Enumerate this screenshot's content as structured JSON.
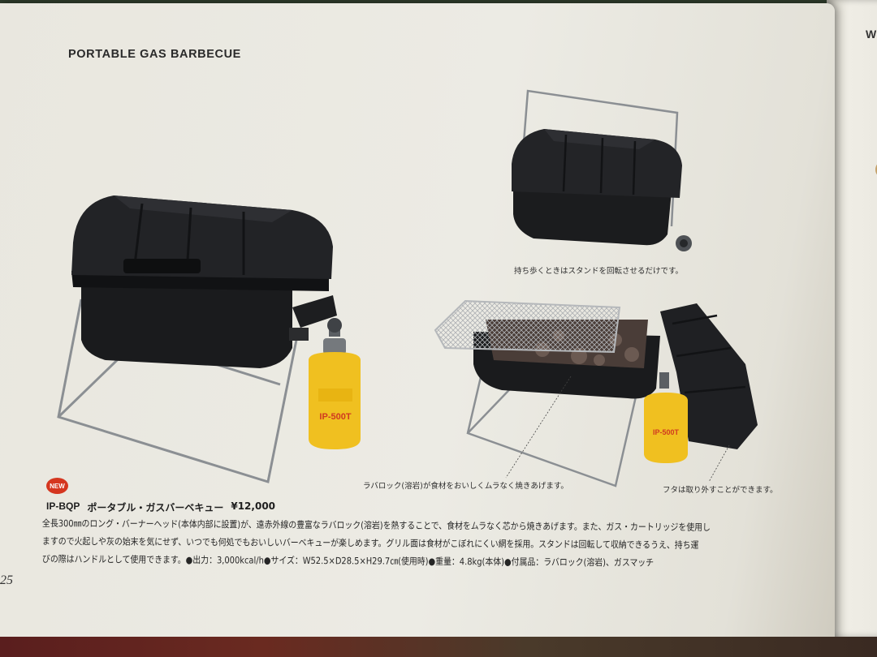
{
  "page": {
    "heading": "PORTABLE GAS BARBECUE",
    "page_number": "25",
    "next_page_peek": "W"
  },
  "images": {
    "main": "barbecue-grill-closed",
    "carry": "barbecue-grill-carry-position",
    "open": "barbecue-grill-open-with-lava-rock"
  },
  "captions": {
    "carry": "持ち歩くときはスタンドを回転させるだけです。",
    "lava_rock": "ラバロック(溶岩)が食材をおいしくムラなく焼きあげます。",
    "lid": "フタは取り外すことができます。"
  },
  "product": {
    "badge": "NEW",
    "code": "IP-BQP",
    "name": "ポータブル・ガスバーベキュー",
    "price": "¥12,000",
    "cartridge_label": "IP-500T",
    "description_lines": [
      "全長300㎜のロング・バーナーヘッド(本体内部に設置)が、遠赤外線の豊富なラバロック(溶岩)を熱することで、食材をムラなく芯から焼きあげます。また、ガス・カートリッジを使用し",
      "ますので火起しや灰の始末を気にせず、いつでも何処でもおいしいバーベキューが楽しめます。グリル面は食材がこぼれにくい網を採用。スタンドは回転して収納できるうえ、持ち運",
      "びの際はハンドルとして使用できます。●出力：3,000kcal/h●サイズ：W52.5×D28.5×H29.7㎝(使用時)●重量：4.8kg(本体)●付属品：ラバロック(溶岩)、ガスマッチ"
    ]
  },
  "colors": {
    "paper": "#ecebe4",
    "grill_black": "#1c1d1f",
    "cartridge_yellow": "#f0c020",
    "cartridge_red": "#d03a20",
    "badge_red": "#d5361f"
  }
}
